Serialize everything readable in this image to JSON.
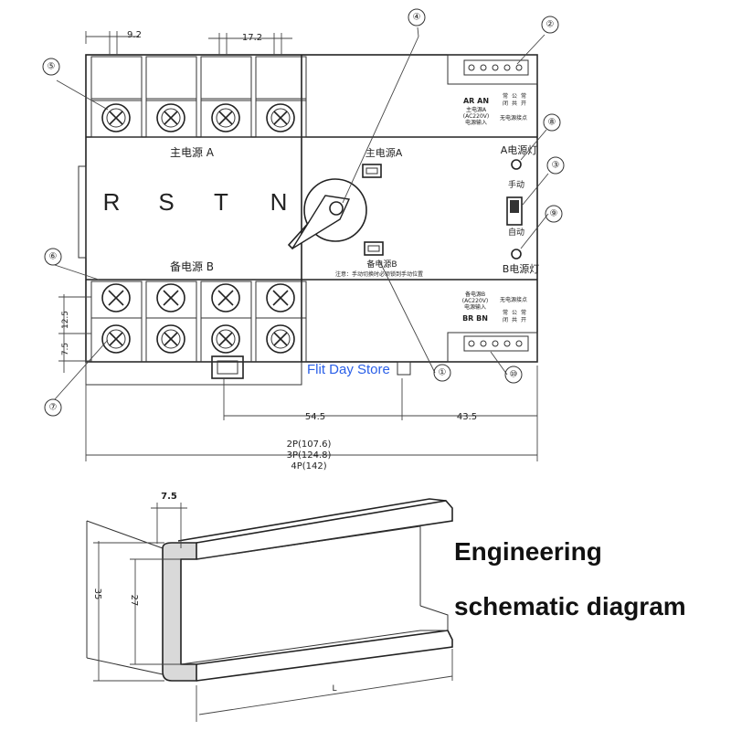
{
  "dimensions": {
    "d1": "9.2",
    "d2": "17.2",
    "d3": "12.5",
    "d4": "7.5",
    "d5": "54.5",
    "d6": "43.5",
    "w2p": "2P(107.6)",
    "w3p": "3P(124.8)",
    "w4p": "4P(142)",
    "rail_lip": "7.5",
    "rail_height": "35",
    "rail_inner": "27",
    "rail_length": "L"
  },
  "labels": {
    "main_power_a": "主电源 A",
    "backup_power_b": "备电源 B",
    "phase_r": "R",
    "phase_s": "S",
    "phase_t": "T",
    "phase_n": "N",
    "switch_main": "主电源A",
    "switch_backup": "备电源B",
    "manual": "手动",
    "auto": "自动",
    "lamp_a": "A电源灯",
    "lamp_b": "B电源灯",
    "note": "注意：手动切换时必须锁到手动位置",
    "ar_an": "AR AN",
    "br_bn": "BR BN",
    "main_input_small": "主电源A",
    "backup_input_small": "备电源B",
    "voltage_small": "(AC220V)",
    "power_input_small": "电源输入",
    "dry_contact": "无电源接点",
    "normally_closed": "常",
    "common": "公",
    "normally_open": "常",
    "closed_char": "闭",
    "common_char": "共",
    "open_char": "开"
  },
  "callouts": [
    "①",
    "②",
    "③",
    "④",
    "⑤",
    "⑥",
    "⑦",
    "⑧",
    "⑨",
    "⑩"
  ],
  "watermark": "Flit Day Store",
  "caption": {
    "line1": "Engineering",
    "line2": "schematic diagram"
  }
}
